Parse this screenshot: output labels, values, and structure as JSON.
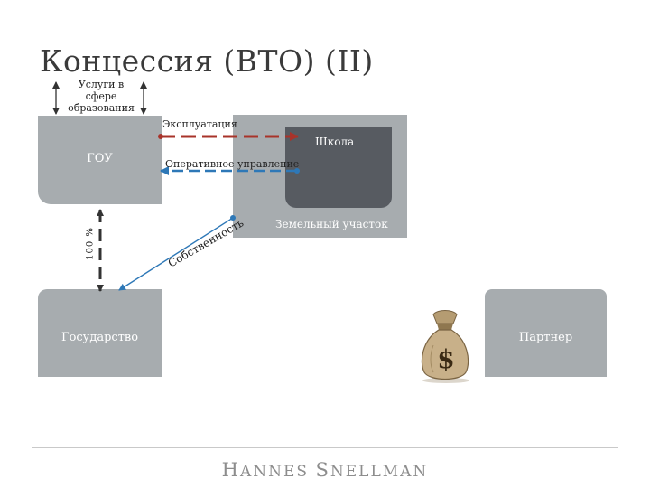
{
  "title": "Концессия (ВТО) (II)",
  "services_label": "Услуги в сфере образования",
  "gou_label": "ГОУ",
  "school_label": "Школа",
  "land_label": "Земельный участок",
  "state_label": "Государство",
  "partner_label": "Партнер",
  "exploitation_label": "Эксплуатация",
  "operational_label": "Оперативное управление",
  "percent_label": "100 %",
  "ownership_label": "Собственность",
  "logo": {
    "first_initial": "H",
    "first_rest": "ANNES",
    "second_initial": "S",
    "second_rest": "NELLMAN"
  },
  "colors": {
    "box_gray": "#a7acaf",
    "school_dark": "#575b61",
    "exploitation_arrow": "#a8332a",
    "operational_arrow": "#2e78b7",
    "ownership_arrow": "#2e78b7"
  },
  "icons": {
    "money_bag": "money-bag-dollar-icon"
  }
}
